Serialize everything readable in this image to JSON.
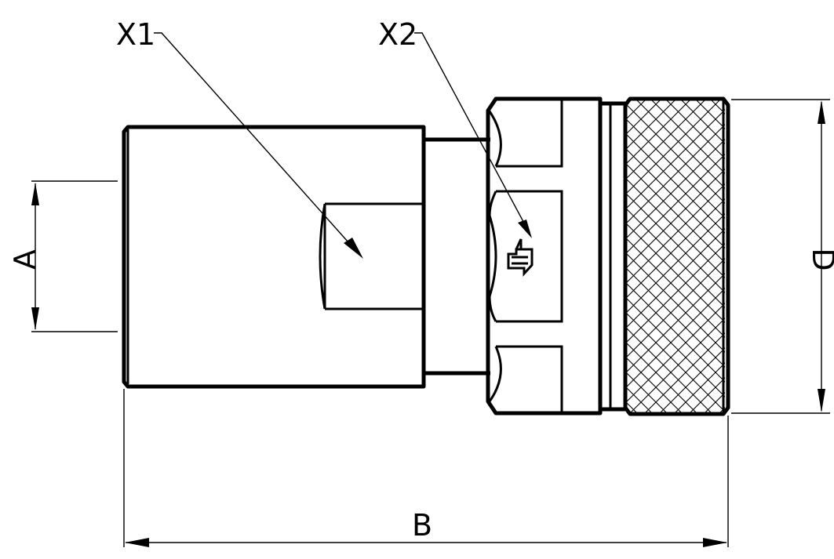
{
  "labels": {
    "x1": "X1",
    "x2": "X2",
    "a": "A",
    "b": "B",
    "d": "D"
  }
}
